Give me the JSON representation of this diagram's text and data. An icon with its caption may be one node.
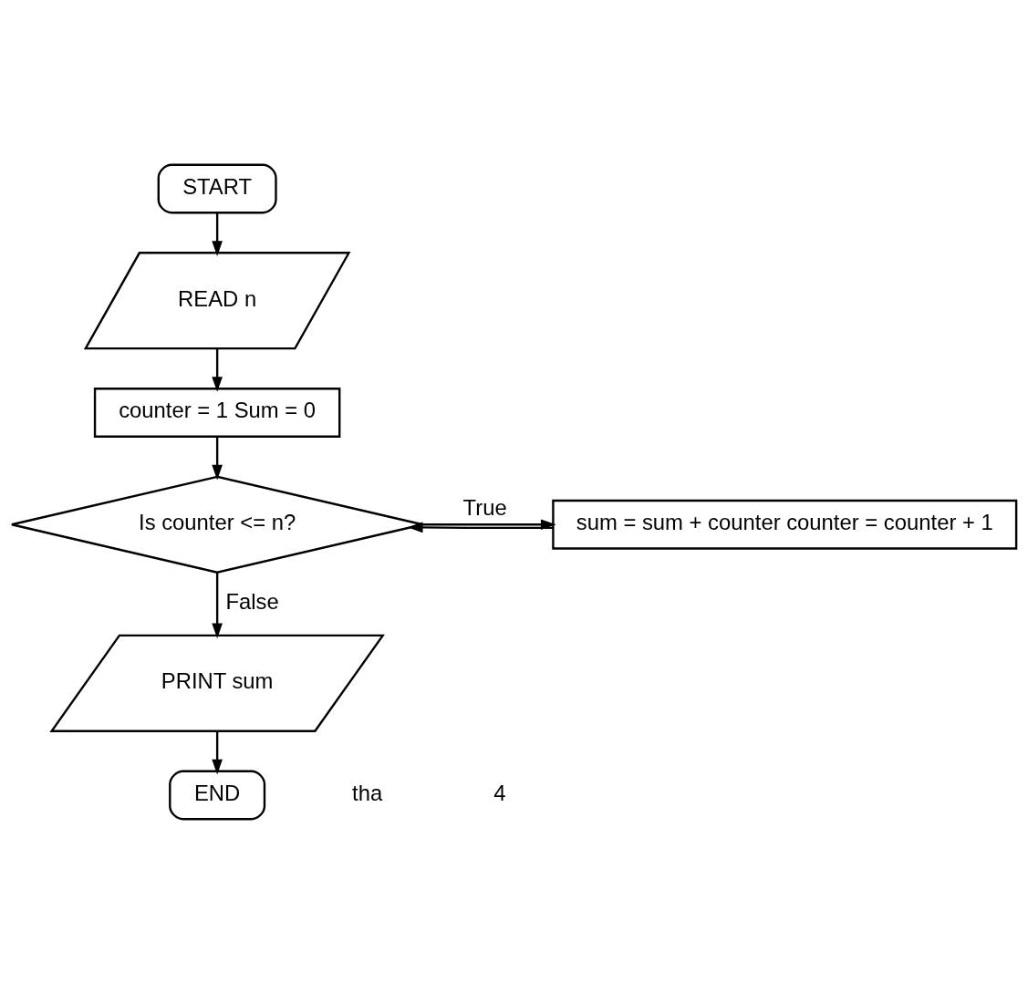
{
  "diagram": {
    "nodes": [
      {
        "text": [
          "START"
        ]
      },
      {
        "text": [
          "READ n"
        ]
      },
      {
        "text": [
          "counter = 1 Sum = 0"
        ]
      },
      {
        "text": [
          "Is counter <= n?"
        ]
      },
      {
        "text": [
          "sum = sum + counter counter = counter + 1"
        ]
      },
      {
        "text": [
          "PRINT sum"
        ]
      },
      {
        "text": [
          "END"
        ]
      }
    ],
    "edges": [
      {
        "from": 0,
        "to": 1,
        "arrow": "to"
      },
      {
        "from": 1,
        "to": 2,
        "arrow": "to"
      },
      {
        "from": 2,
        "to": 3,
        "arrow": "to"
      },
      {
        "from": 3,
        "to": 4,
        "arrow": "to",
        "label": "True"
      },
      {
        "from": 4,
        "to": 3,
        "arrow": "to"
      },
      {
        "from": 3,
        "to": 5,
        "arrow": "to",
        "label": "False"
      },
      {
        "from": 5,
        "to": 6,
        "arrow": "to"
      }
    ],
    "labels": [
      "tha",
      "4"
    ]
  }
}
